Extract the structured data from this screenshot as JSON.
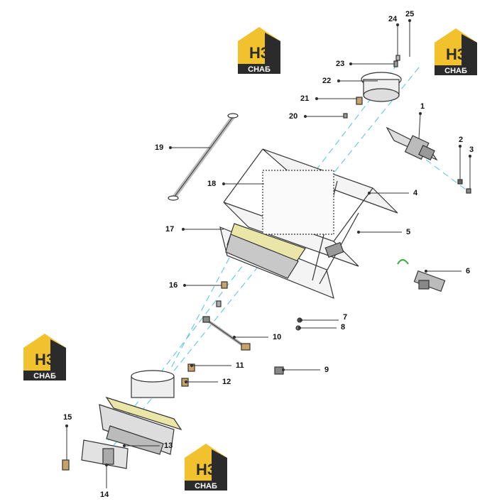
{
  "watermark": {
    "mark": "H3",
    "caption": "СНАБ"
  },
  "callouts": [
    "1",
    "2",
    "3",
    "4",
    "5",
    "6",
    "7",
    "8",
    "9",
    "10",
    "11",
    "12",
    "13",
    "14",
    "15",
    "16",
    "17",
    "18",
    "19",
    "20",
    "21",
    "22",
    "23",
    "24",
    "25"
  ],
  "colors": {
    "line": "#333333",
    "axis": "#4fc3d9",
    "logo_gold": "#f2c12e",
    "logo_dark": "#2b2b2b"
  }
}
